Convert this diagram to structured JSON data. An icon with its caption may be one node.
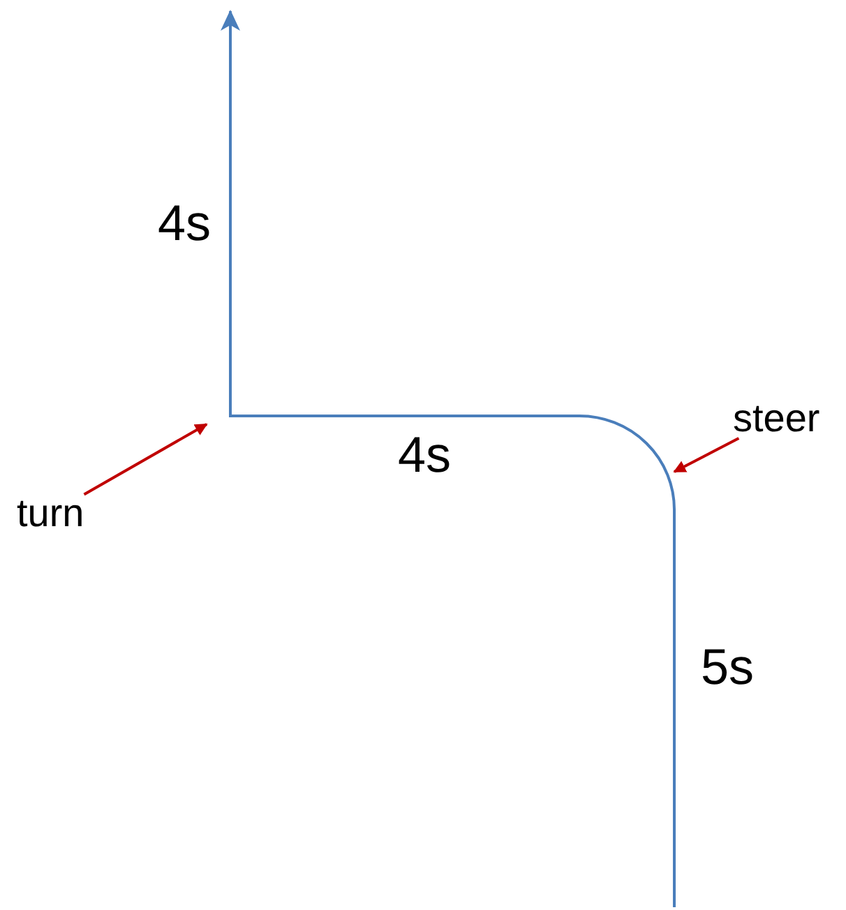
{
  "diagram": {
    "nodes": [
      {
        "text": [
          "turn"
        ]
      },
      {
        "text": [
          "steer"
        ]
      }
    ],
    "edges": [
      {
        "from": 0,
        "to": null,
        "arrow": "to"
      },
      {
        "from": 1,
        "to": null,
        "arrow": "to"
      }
    ],
    "labels": [
      "4s",
      "4s",
      "5s"
    ]
  }
}
